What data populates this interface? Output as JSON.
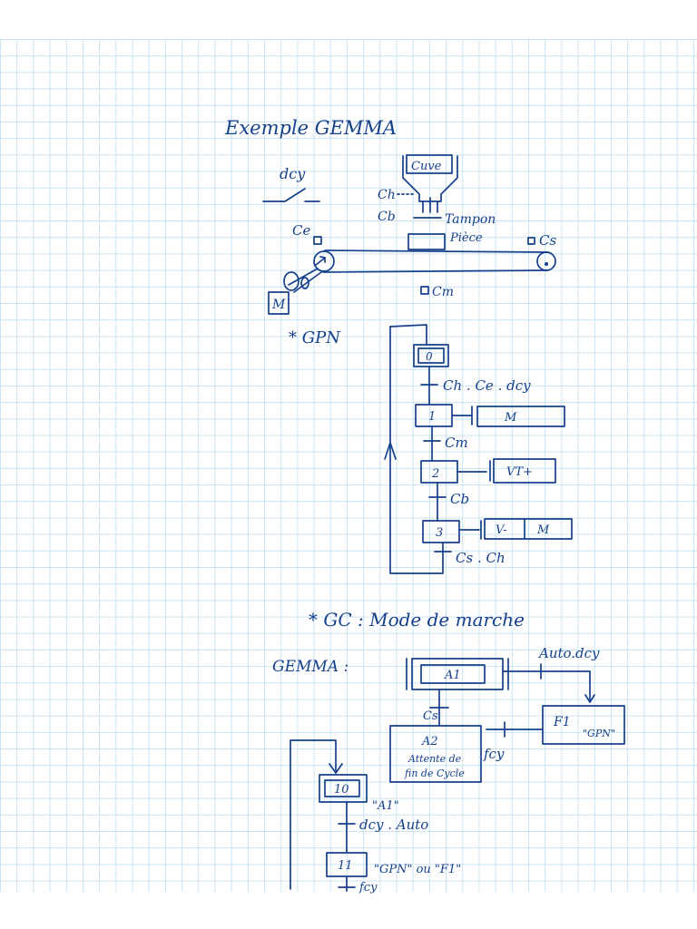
{
  "title": "Exemple GEMMA",
  "schema": {
    "dcy": "dcy",
    "cuve": "Cuve",
    "ch": "Ch",
    "cb": "Cb",
    "tampon": "Tampon",
    "ce": "Ce",
    "piece": "Pièce",
    "cs": "Cs",
    "cm": "Cm",
    "moteur": "M"
  },
  "gpn": {
    "label": "* GPN",
    "steps": [
      "0",
      "1",
      "2",
      "3"
    ],
    "transitions": [
      "Ch . Ce . dcy",
      "Cm",
      "Cb",
      "Cs . Ch"
    ],
    "actions": {
      "step1": [
        "M"
      ],
      "step2": [
        "VT+"
      ],
      "step3": [
        "V-",
        "M"
      ]
    }
  },
  "gc": {
    "heading": "* GC : Mode de marche",
    "gemma_label": "GEMMA :",
    "a1": "A1",
    "a2": "A2",
    "a2_text_1": "Attente de",
    "a2_text_2": "fin de Cycle",
    "f1": "F1",
    "f1_note": "\"GPN\"",
    "auto_dcy": "Auto.dcy",
    "cs": "Cs",
    "fcy": "fcy"
  },
  "grafcet_gc": {
    "step10": "10",
    "step10_note": "\"A1\"",
    "transition": "dcy . Auto",
    "step11": "11",
    "step11_note": "\"GPN\" ou \"F1\"",
    "partial": "fcy"
  }
}
